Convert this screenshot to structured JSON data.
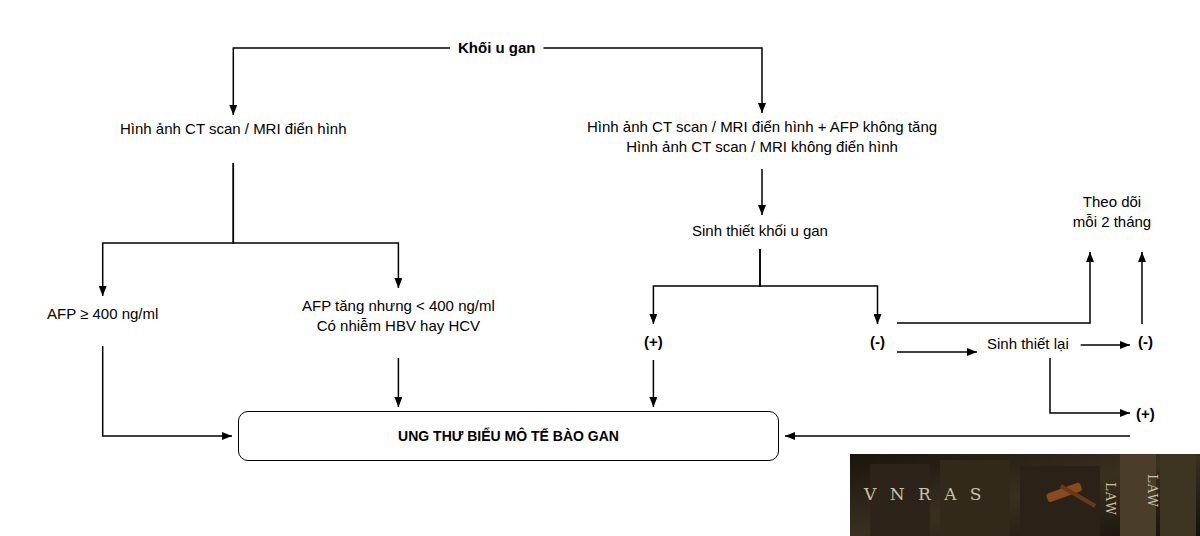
{
  "diagram": {
    "nodes": [
      {
        "text": [
          "Khối u gan"
        ]
      },
      {
        "text": [
          "Hình ảnh CT scan / MRI điển hình"
        ]
      },
      {
        "text": [
          "Hình ảnh CT scan / MRI điển hình + AFP không tăng",
          "Hình ảnh CT scan / MRI không điển hình"
        ]
      },
      {
        "text": [
          "Theo dõi mỗi 2 tháng"
        ]
      },
      {
        "text": [
          "Sinh thiết khối u gan"
        ]
      },
      {
        "text": [
          "AFP ≥ 400 ng/ml"
        ]
      },
      {
        "text": [
          "AFP tăng nhưng < 400 ng/ml",
          "Có nhiễm HBV hay HCV"
        ]
      },
      {
        "text": [
          "(+)"
        ]
      },
      {
        "text": [
          "(-)"
        ]
      },
      {
        "text": [
          "Sinh thiết lại"
        ]
      },
      {
        "text": [
          "(-)"
        ]
      },
      {
        "text": [
          "(+)"
        ]
      },
      {
        "text": [
          "UNG THƯ BIỂU MÔ TẾ BÀO GAN"
        ]
      }
    ],
    "edges": [
      {
        "from": 0,
        "to": 1,
        "arrow": "to"
      },
      {
        "from": 0,
        "to": 2,
        "arrow": "to"
      },
      {
        "from": 1,
        "to": 5,
        "arrow": "to"
      },
      {
        "from": 1,
        "to": 6,
        "arrow": "to"
      },
      {
        "from": 2,
        "to": 4,
        "arrow": "to"
      },
      {
        "from": 4,
        "to": 7,
        "arrow": "to"
      },
      {
        "from": 4,
        "to": 8,
        "arrow": "to"
      },
      {
        "from": 8,
        "to": 3,
        "arrow": "to"
      },
      {
        "from": 8,
        "to": 9,
        "arrow": "to"
      },
      {
        "from": 9,
        "to": 10,
        "arrow": "to"
      },
      {
        "from": 10,
        "to": 3,
        "arrow": "to"
      },
      {
        "from": 9,
        "to": 11,
        "arrow": "to"
      },
      {
        "from": 5,
        "to": 12,
        "arrow": "to"
      },
      {
        "from": 6,
        "to": 12,
        "arrow": "to"
      },
      {
        "from": 7,
        "to": 12,
        "arrow": "to"
      },
      {
        "from": 11,
        "to": 12,
        "arrow": "to"
      }
    ],
    "labels": [
      "V N R A S",
      "LAW",
      "LAW"
    ]
  }
}
